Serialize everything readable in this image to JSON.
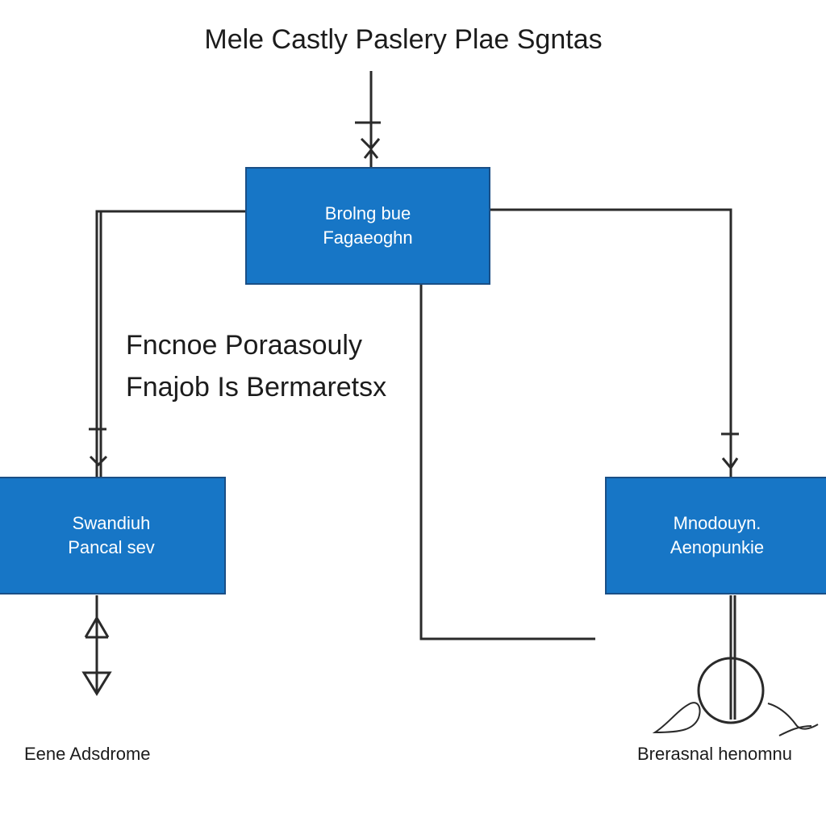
{
  "title": "Mele Castly Paslery Plae Sgntas",
  "top_box": {
    "line1": "Brolng bue",
    "line2": "Fagaeoghn"
  },
  "middle_label": {
    "line1": "Fncnoe Poraasouly",
    "line2": "Fnajob Is Bermaretsx"
  },
  "left_box": {
    "line1": "Swandiuh",
    "line2": "Pancal sev"
  },
  "right_box": {
    "line1": "Mnodouyn.",
    "line2": "Aenopunkie"
  },
  "bottom_left_label": "Eene Adsdrome",
  "bottom_right_label": "Brerasnal henomnu",
  "colors": {
    "box_fill": "#1776c6",
    "line": "#2a2a2a"
  }
}
